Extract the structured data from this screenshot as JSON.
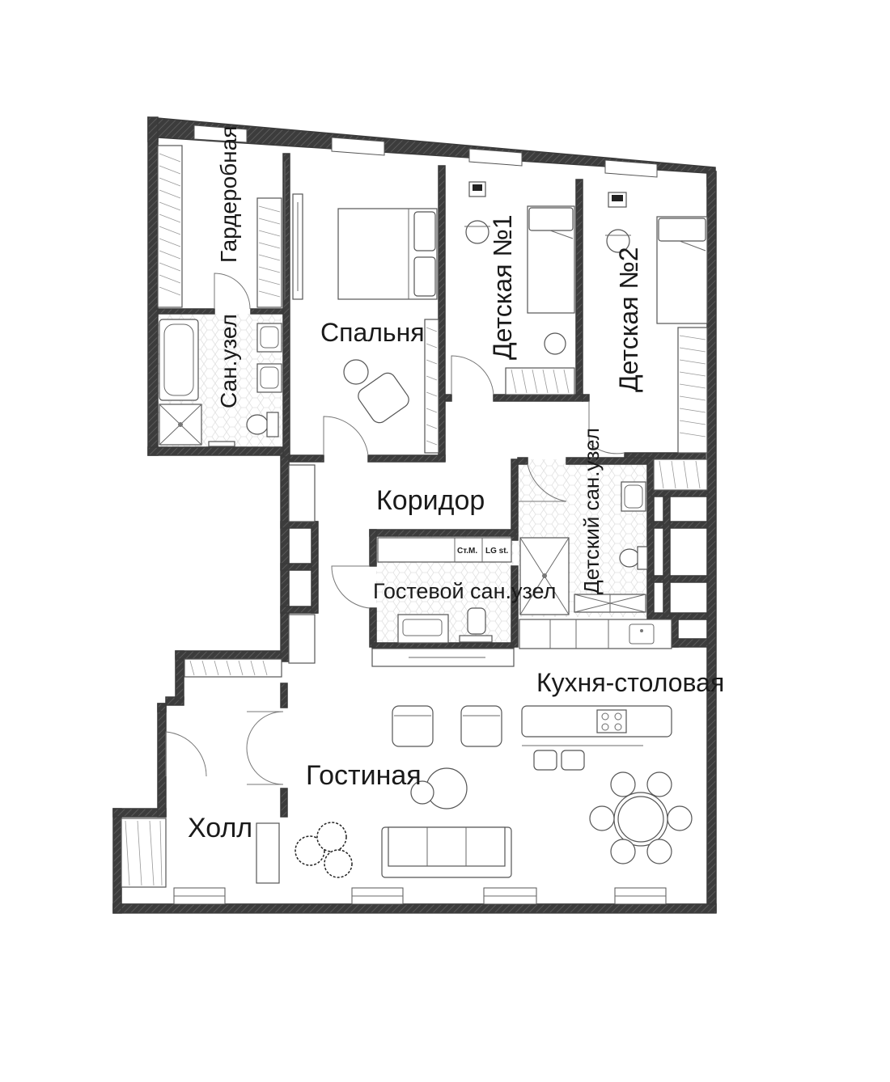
{
  "rooms": {
    "wardrobe": "Гардеробная",
    "bathroom": "Сан.узел",
    "bedroom": "Спальня",
    "kids1": "Детская №1",
    "kids2": "Детская №2",
    "corridor": "Коридор",
    "kids_bathroom": "Детский сан.узел",
    "guest_bathroom": "Гостевой сан.узел",
    "kitchen": "Кухня-столовая",
    "living": "Гостиная",
    "hall": "Холл"
  },
  "appliances": {
    "washer": "Ст.М.",
    "lg": "LG st."
  },
  "colors": {
    "wall": "#3c3c3c",
    "floor_pattern": "#e6e6e6",
    "line": "#555555"
  }
}
